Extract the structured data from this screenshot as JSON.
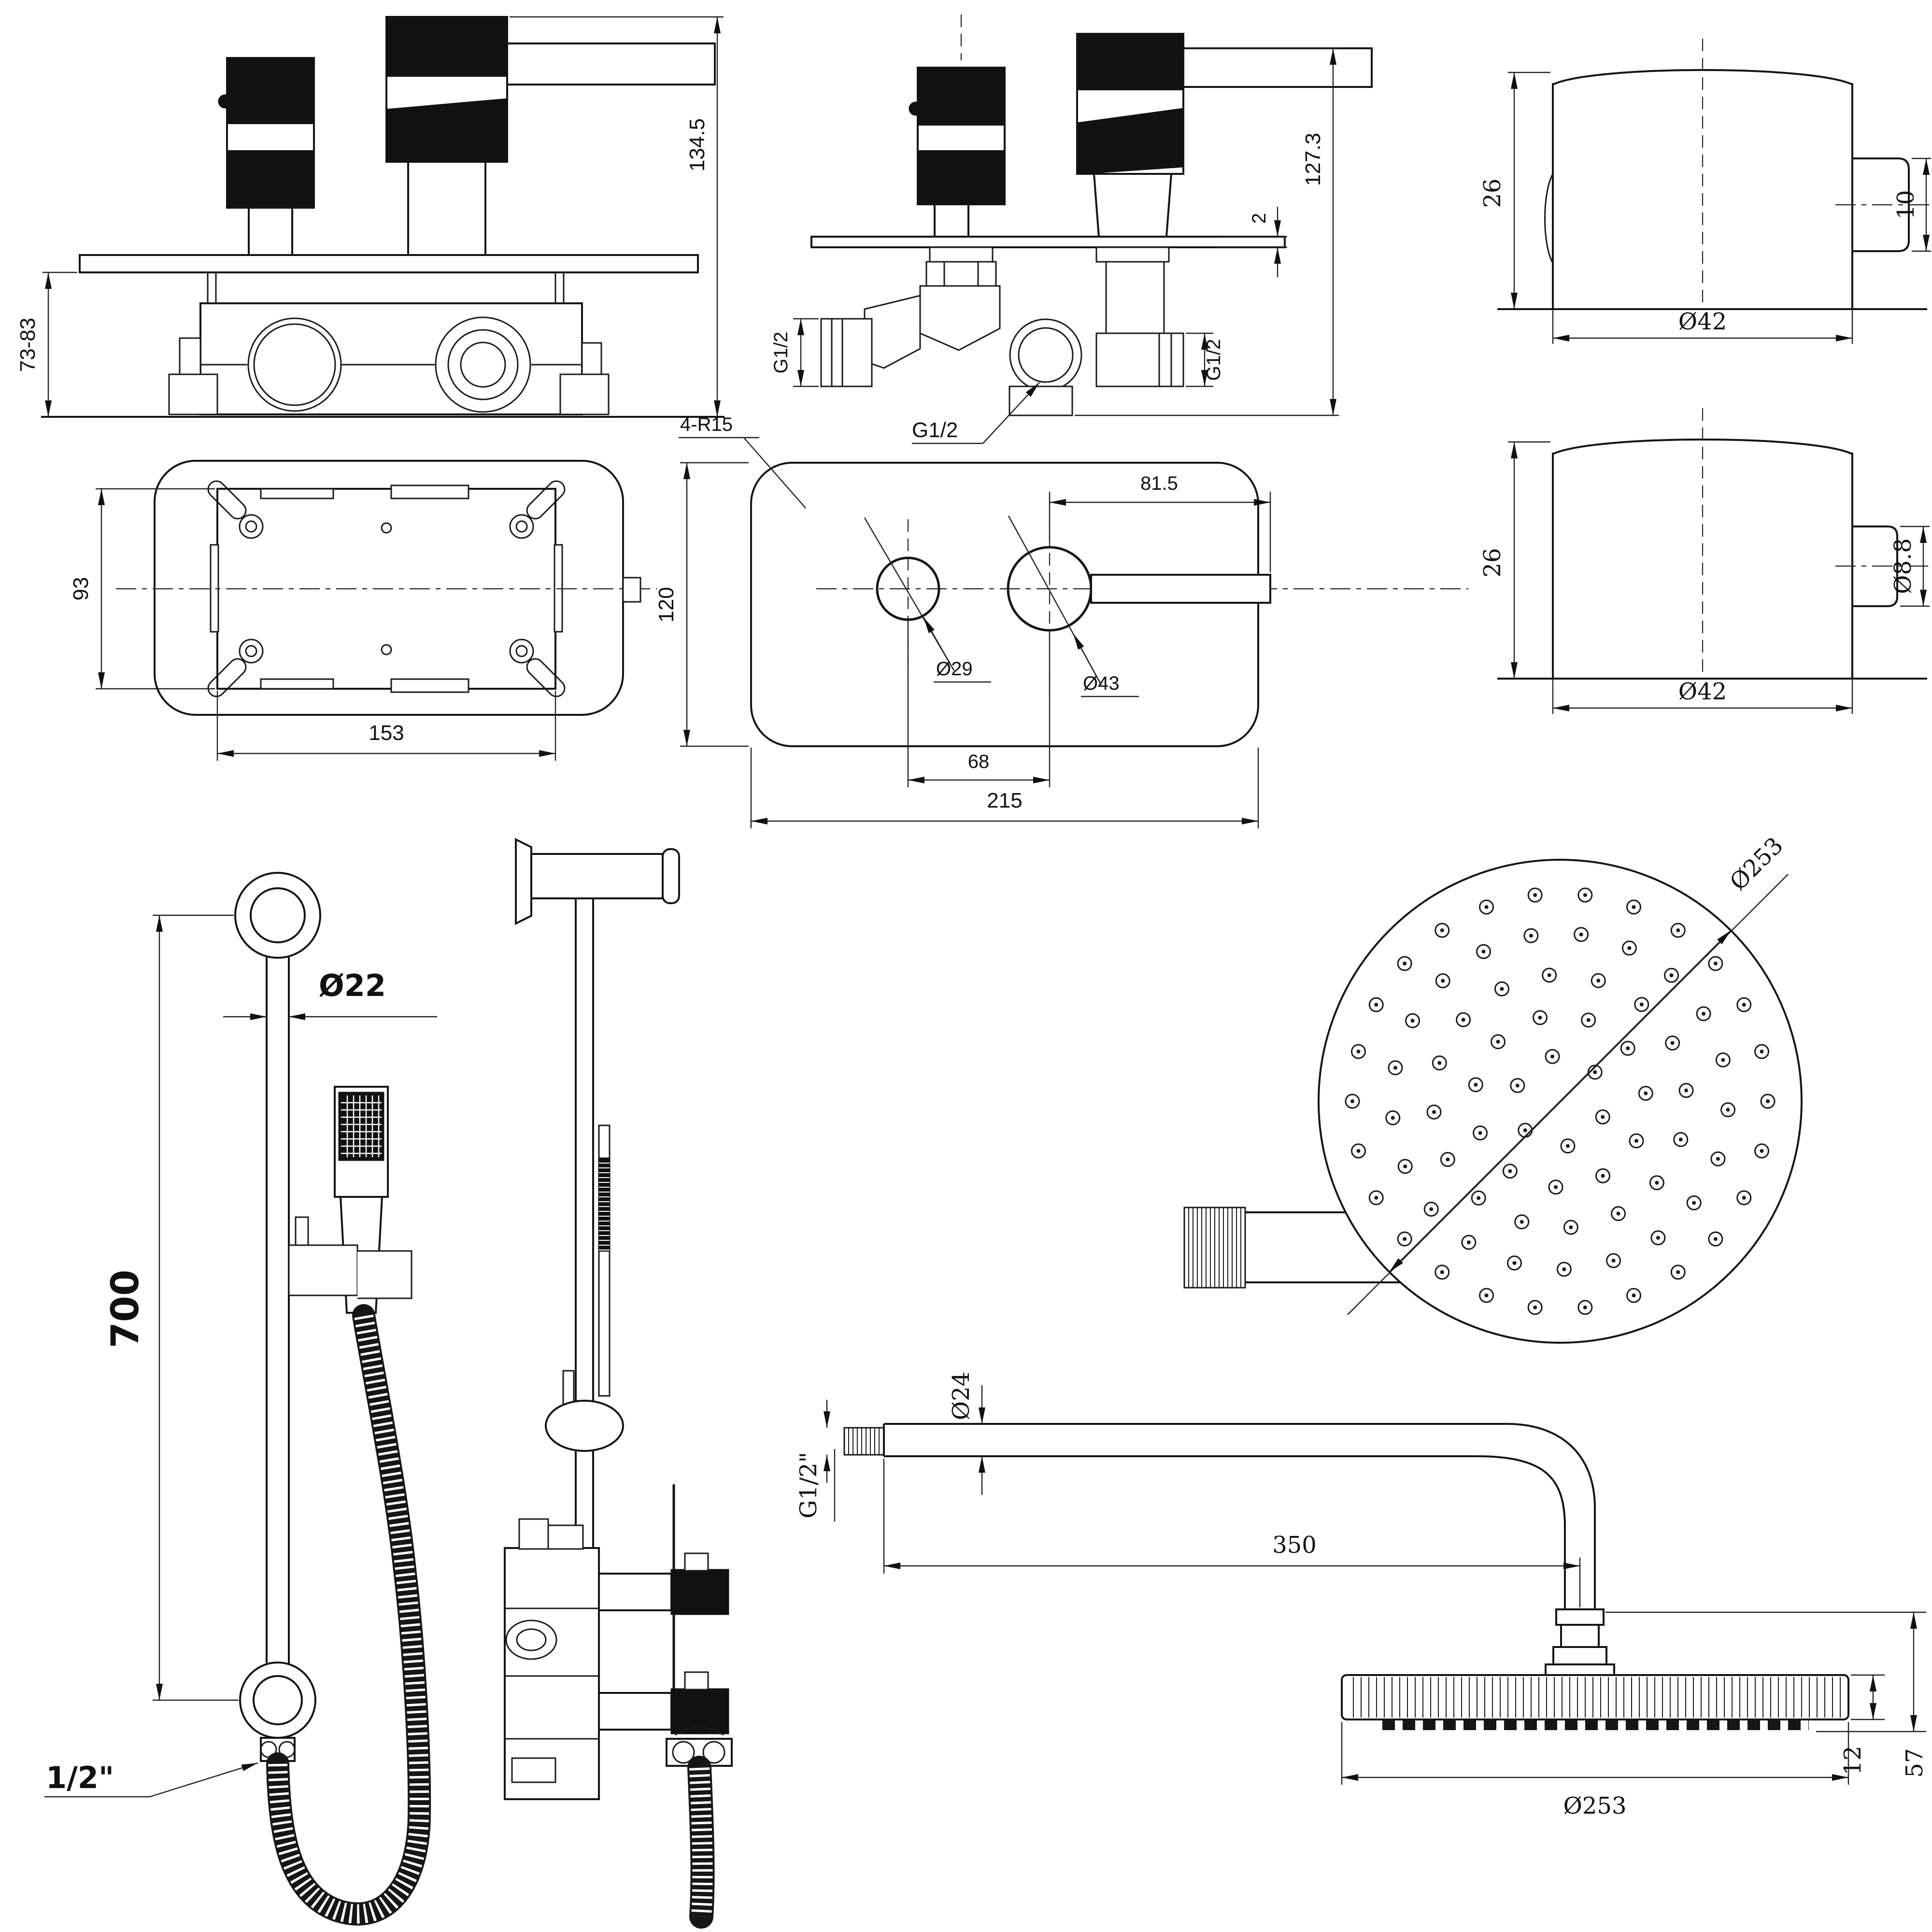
{
  "drawing": {
    "type": "technical-dimension-drawing",
    "product": "thermostatic shower valve with slide rail kit and overhead shower",
    "line_color": "#141414",
    "background": "#ffffff",
    "views": {
      "valve_front": {
        "label": "valve-front-view",
        "dims": {
          "overall_height": "134.5",
          "recess_depth": "73-83"
        }
      },
      "valve_side": {
        "label": "valve-side-view",
        "dims": {
          "overall_height": "127.3",
          "plate_thickness": "2",
          "port_left": "G1/2",
          "port_right": "G1/2",
          "port_bottom": "G1/2"
        }
      },
      "knob_detail_top": {
        "label": "control-knob-side-view",
        "dims": {
          "body_height": "26",
          "spout_length": "10",
          "body_diameter": "Ø42"
        }
      },
      "knob_detail_bottom": {
        "label": "control-knob-side-view-2",
        "dims": {
          "body_height": "26",
          "spout_diameter": "Ø8.8",
          "body_diameter": "Ø42"
        }
      },
      "mounting_plate_back": {
        "label": "concealed-body-back-view",
        "dims": {
          "bracket_height": "93",
          "bracket_width": "153"
        }
      },
      "faceplate": {
        "label": "faceplate-front-view",
        "dims": {
          "corner_radius": "4-R15",
          "plate_height": "120",
          "handle_offset": "81.5",
          "hole_small": "Ø29",
          "hole_large": "Ø43",
          "hole_centres": "68",
          "plate_width": "215"
        }
      },
      "slide_rail_front": {
        "label": "slide-rail-front-view",
        "dims": {
          "rail_diameter": "Ø22",
          "rail_length": "700",
          "hose_thread": "1/2\""
        }
      },
      "slide_rail_side": {
        "label": "slide-rail-side-view-with-valve",
        "dims": {}
      },
      "shower_head_top": {
        "label": "shower-head-top-view",
        "dims": {
          "head_diameter": "Ø253"
        }
      },
      "shower_arm_side": {
        "label": "shower-arm-and-head-side-view",
        "dims": {
          "arm_diameter": "Ø24",
          "wall_thread": "G1/2\"",
          "arm_length": "350",
          "head_edge_thickness": "12",
          "head_drop": "57",
          "head_diameter": "Ø253"
        }
      }
    }
  }
}
